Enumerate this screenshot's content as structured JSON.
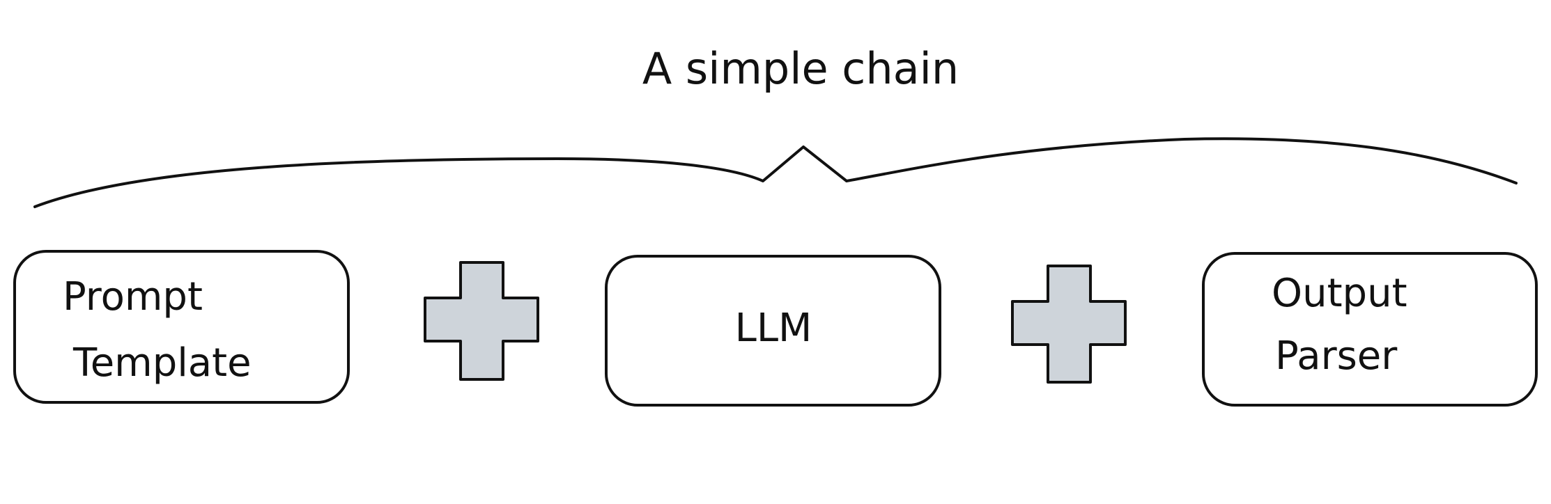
{
  "title": "A simple chain",
  "components": [
    {
      "lines": [
        "Prompt",
        "Template"
      ]
    },
    {
      "lines": [
        "LLM"
      ]
    },
    {
      "lines": [
        "Output",
        "Parser"
      ]
    }
  ],
  "connector_icon": "plus-icon",
  "colors": {
    "stroke": "#111111",
    "plus_fill": "#ced4da",
    "box_fill": "#ffffff"
  }
}
